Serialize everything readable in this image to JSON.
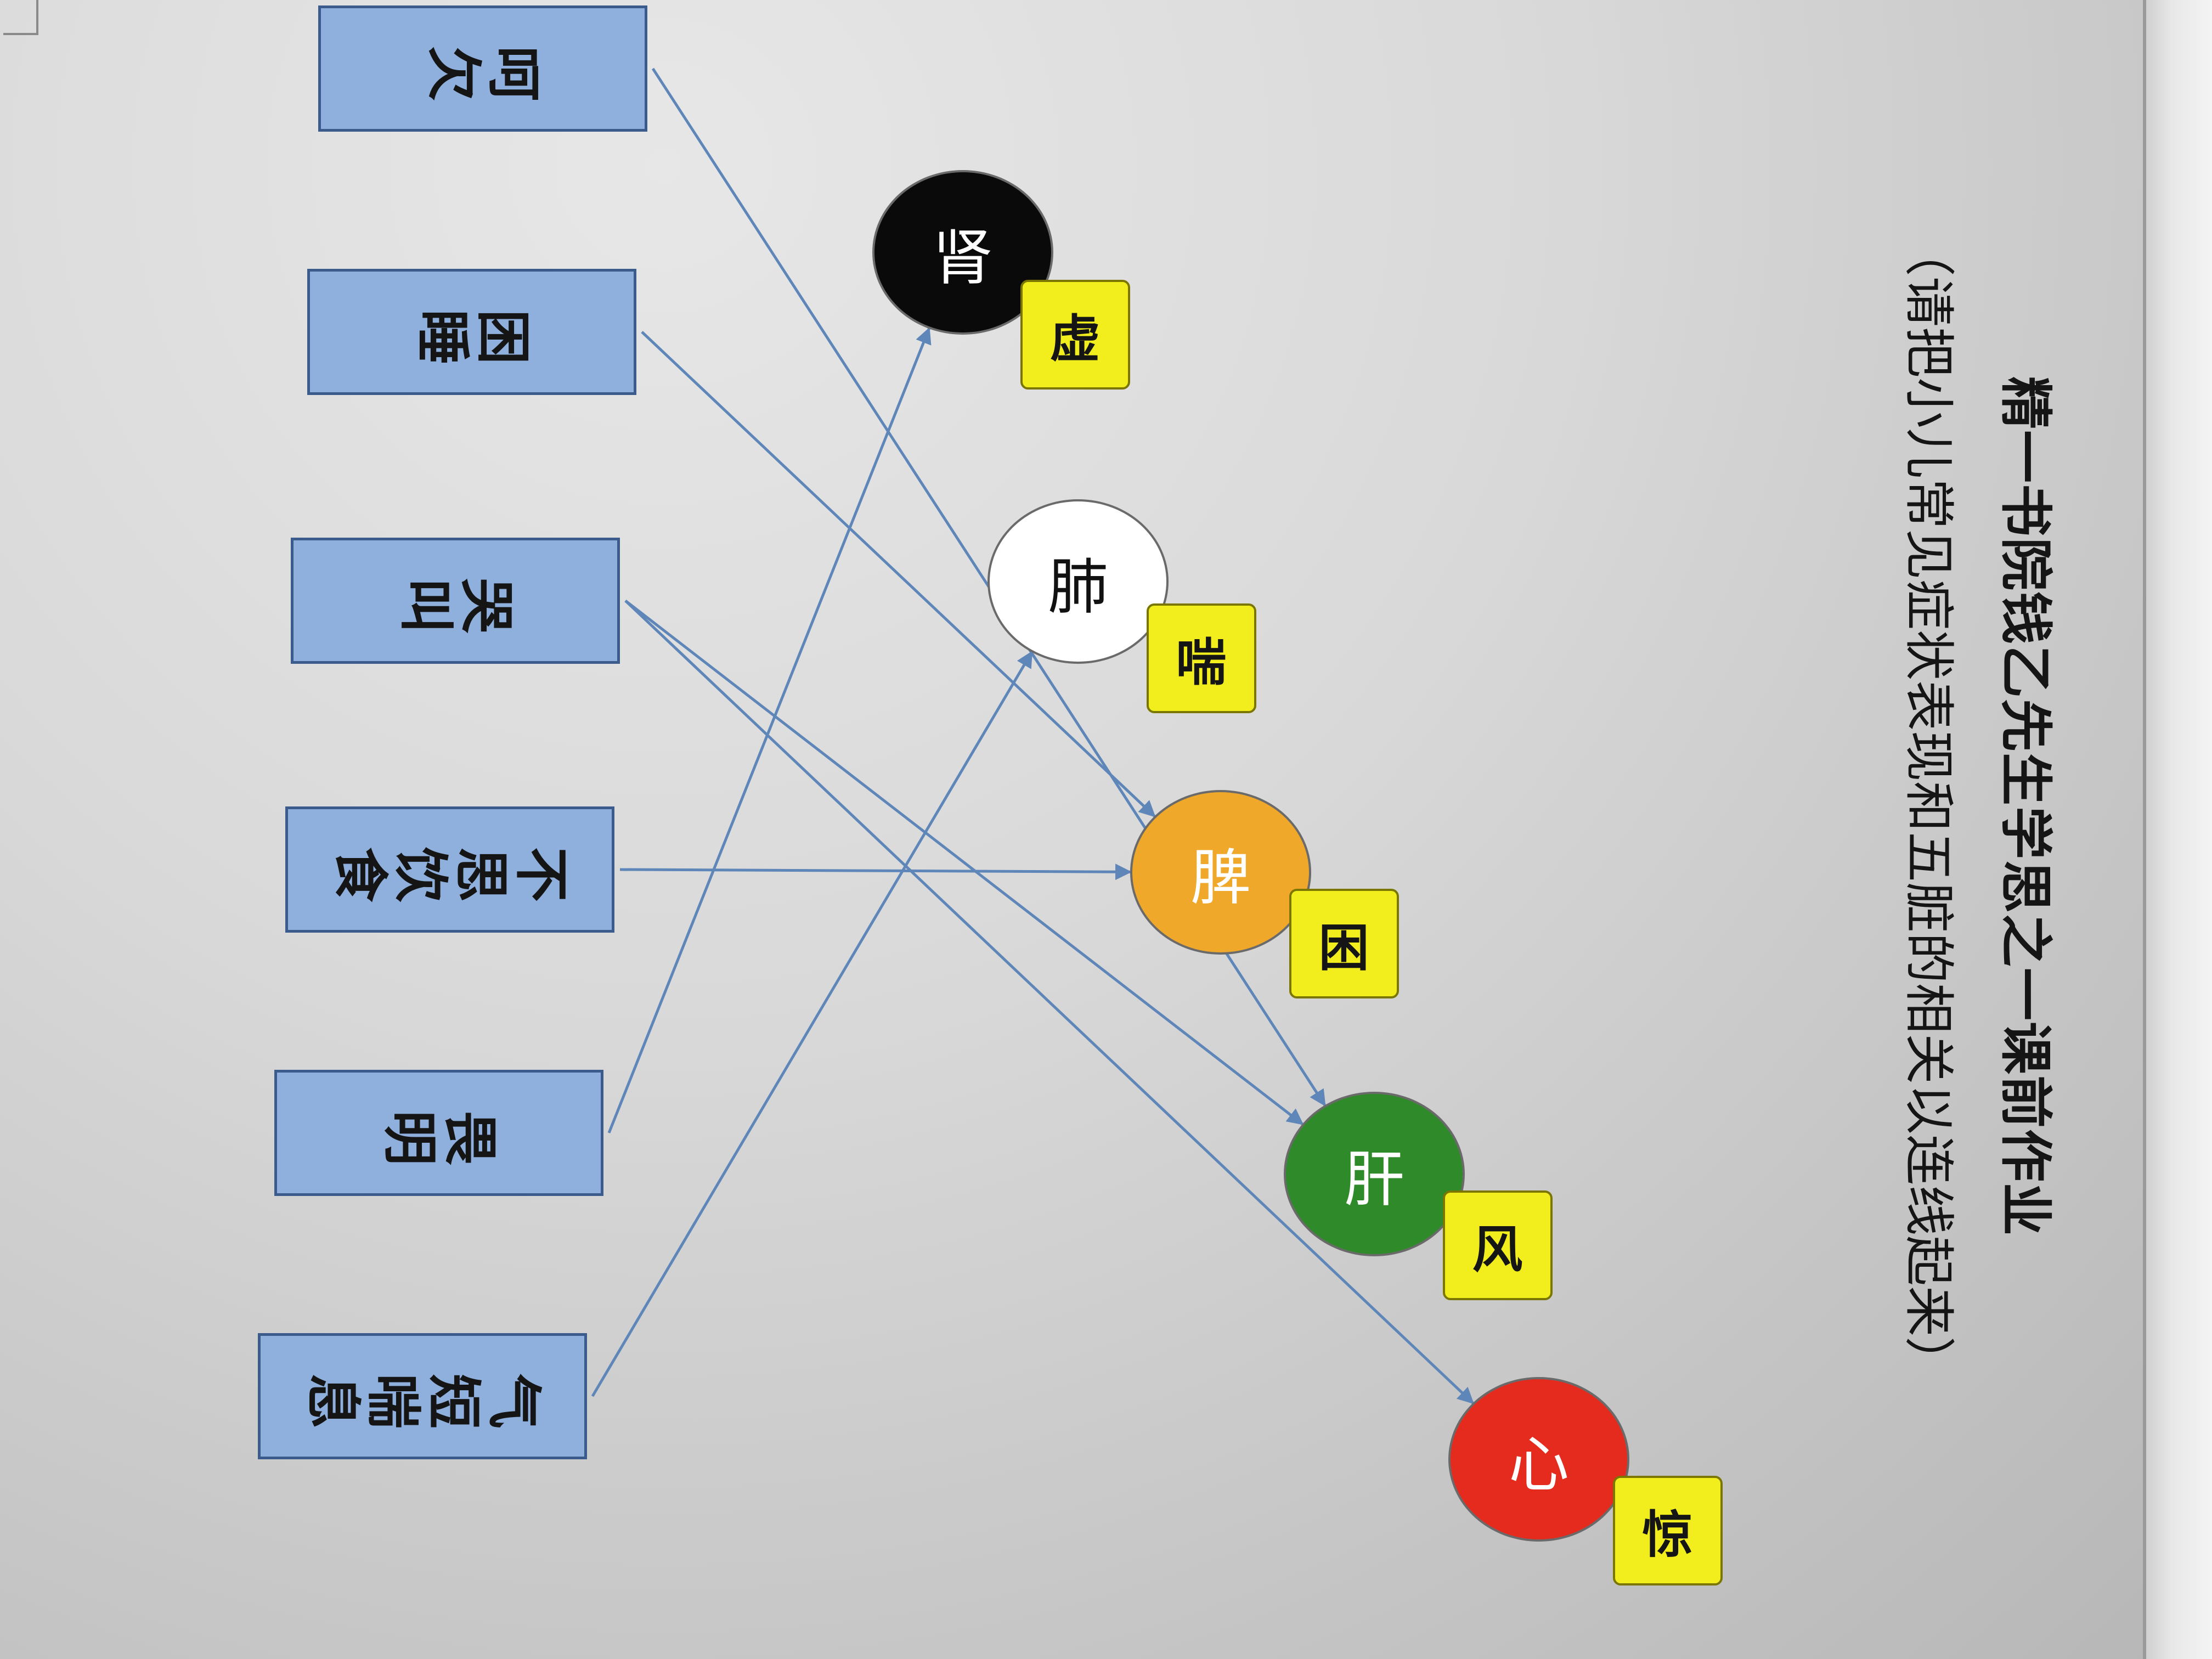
{
  "document": {
    "title": "精一书院钱乙先生学思之一课前作业",
    "subtitle": "（请把小儿常见症状表现和五脏的相关以连线起来）"
  },
  "organs": [
    {
      "id": "heart",
      "label": "心",
      "fill": "#e52a1e",
      "text_color": "#ffffff",
      "tag": "惊"
    },
    {
      "id": "liver",
      "label": "肝",
      "fill": "#2f8a2a",
      "text_color": "#ffffff",
      "tag": "风"
    },
    {
      "id": "spleen",
      "label": "脾",
      "fill": "#f0a82a",
      "text_color": "#ffffff",
      "tag": "困"
    },
    {
      "id": "lung",
      "label": "肺",
      "fill": "#ffffff",
      "text_color": "#111111",
      "tag": "喘"
    },
    {
      "id": "kidney",
      "label": "肾",
      "fill": "#0a0a0a",
      "text_color": "#ffffff",
      "tag": "虚"
    }
  ],
  "symptoms": [
    {
      "id": "shortness",
      "label": "气短喘息"
    },
    {
      "id": "fear-light",
      "label": "畏明"
    },
    {
      "id": "no-appetite",
      "label": "不思饮食"
    },
    {
      "id": "crying",
      "label": "哭叫"
    },
    {
      "id": "drowsy",
      "label": "困睡"
    },
    {
      "id": "yawning",
      "label": "呵欠"
    }
  ],
  "connections": [
    {
      "from": "shortness",
      "to": "lung"
    },
    {
      "from": "fear-light",
      "to": "kidney"
    },
    {
      "from": "no-appetite",
      "to": "spleen"
    },
    {
      "from": "crying",
      "to": "heart"
    },
    {
      "from": "crying",
      "to": "liver"
    },
    {
      "from": "drowsy",
      "to": "spleen"
    },
    {
      "from": "yawning",
      "to": "liver"
    }
  ],
  "colors": {
    "symptom_box": "#8fb0dc",
    "tag": "#f2ed1c",
    "line": "#5e86b8"
  }
}
